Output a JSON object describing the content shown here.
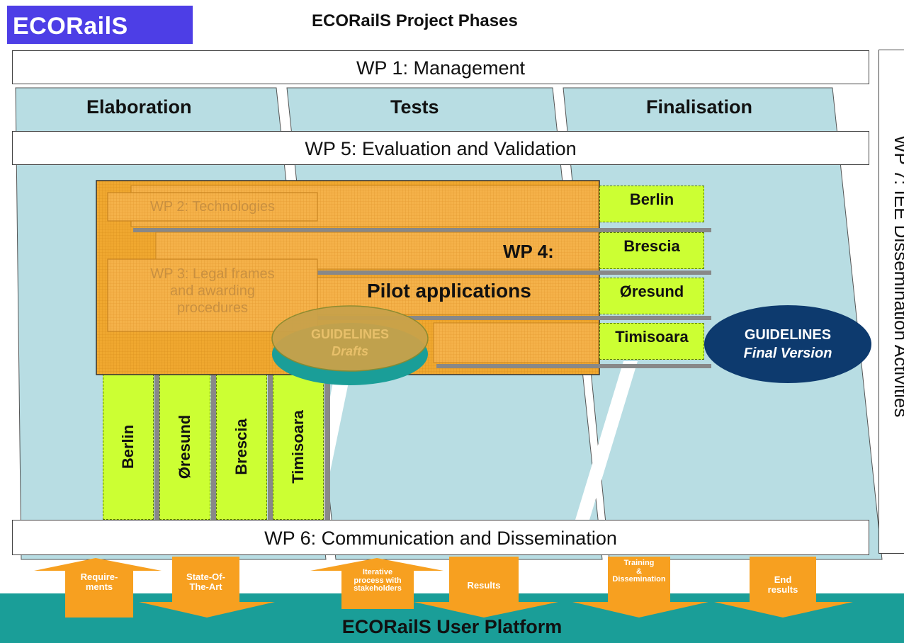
{
  "logo": "ECORailS",
  "title": "ECORailS Project Phases",
  "wp1": "WP 1: Management",
  "wp5": "WP 5: Evaluation and Validation",
  "wp6": "WP 6: Communication and Dissemination",
  "wp7": "WP 7: IEE Dissemination Activities",
  "phases": [
    "Elaboration",
    "Tests",
    "Finalisation"
  ],
  "wp2": "WP 2: Technologies",
  "wp3": [
    "WP 3: Legal frames",
    "and awarding",
    "procedures"
  ],
  "wp4": {
    "line1": "WP 4:",
    "line2": "Pilot applications"
  },
  "cities_right": [
    "Berlin",
    "Brescia",
    "Øresund",
    "Timisoara"
  ],
  "cities_vertical": [
    "Berlin",
    "Øresund",
    "Brescia",
    "Timisoara"
  ],
  "guidelines_draft": {
    "line1": "GUIDELINES",
    "line2": "Drafts"
  },
  "guidelines_final": {
    "line1": "GUIDELINES",
    "line2": "Final Version"
  },
  "arrows": {
    "up": [
      {
        "lines": [
          "Require-",
          "ments"
        ]
      },
      {
        "lines": [
          "Iterative",
          "process with",
          "stakeholders"
        ]
      },
      {
        "lines": [
          "Training",
          "&",
          "Dissemination"
        ]
      }
    ],
    "down": [
      {
        "lines": [
          "State-Of-",
          "The-Art"
        ]
      },
      {
        "lines": [
          "Results"
        ]
      },
      {
        "lines": [
          "End",
          "results"
        ]
      }
    ]
  },
  "platform": "ECORailS User Platform",
  "colors": {
    "phase_band": "#b8dde3",
    "orange_box": "#f0a830",
    "city_green": "#ccff33",
    "platform": "#1a9e98",
    "arrow": "#f7a020",
    "final_ellipse": "#0d3a6e",
    "logo_bg": "#4d3ee6"
  }
}
